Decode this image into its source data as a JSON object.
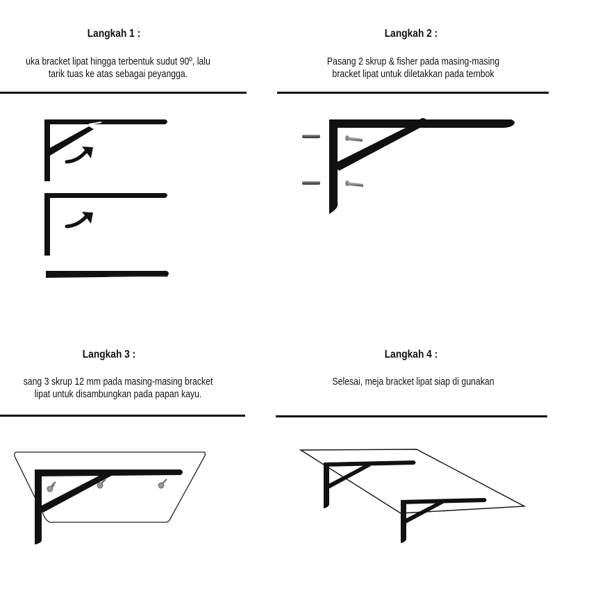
{
  "steps": [
    {
      "title": "Langkah 1 :",
      "lines": [
        "uka bracket lipat hingga terbentuk sudut 90º, lalu",
        "tarik tuas ke atas sebagai peyangga."
      ]
    },
    {
      "title": "Langkah 2 :",
      "lines": [
        "Pasang 2 skrup & fisher pada masing-masing",
        "bracket lipat untuk diletakkan pada tembok"
      ]
    },
    {
      "title": "Langkah 3 :",
      "lines": [
        "sang 3 skrup 12 mm pada masing-masing bracket",
        "lipat untuk disambungkan pada papan kayu."
      ]
    },
    {
      "title": "Langkah 4 :",
      "lines": [
        "Selesai, meja bracket lipat siap di gunakan"
      ]
    }
  ]
}
